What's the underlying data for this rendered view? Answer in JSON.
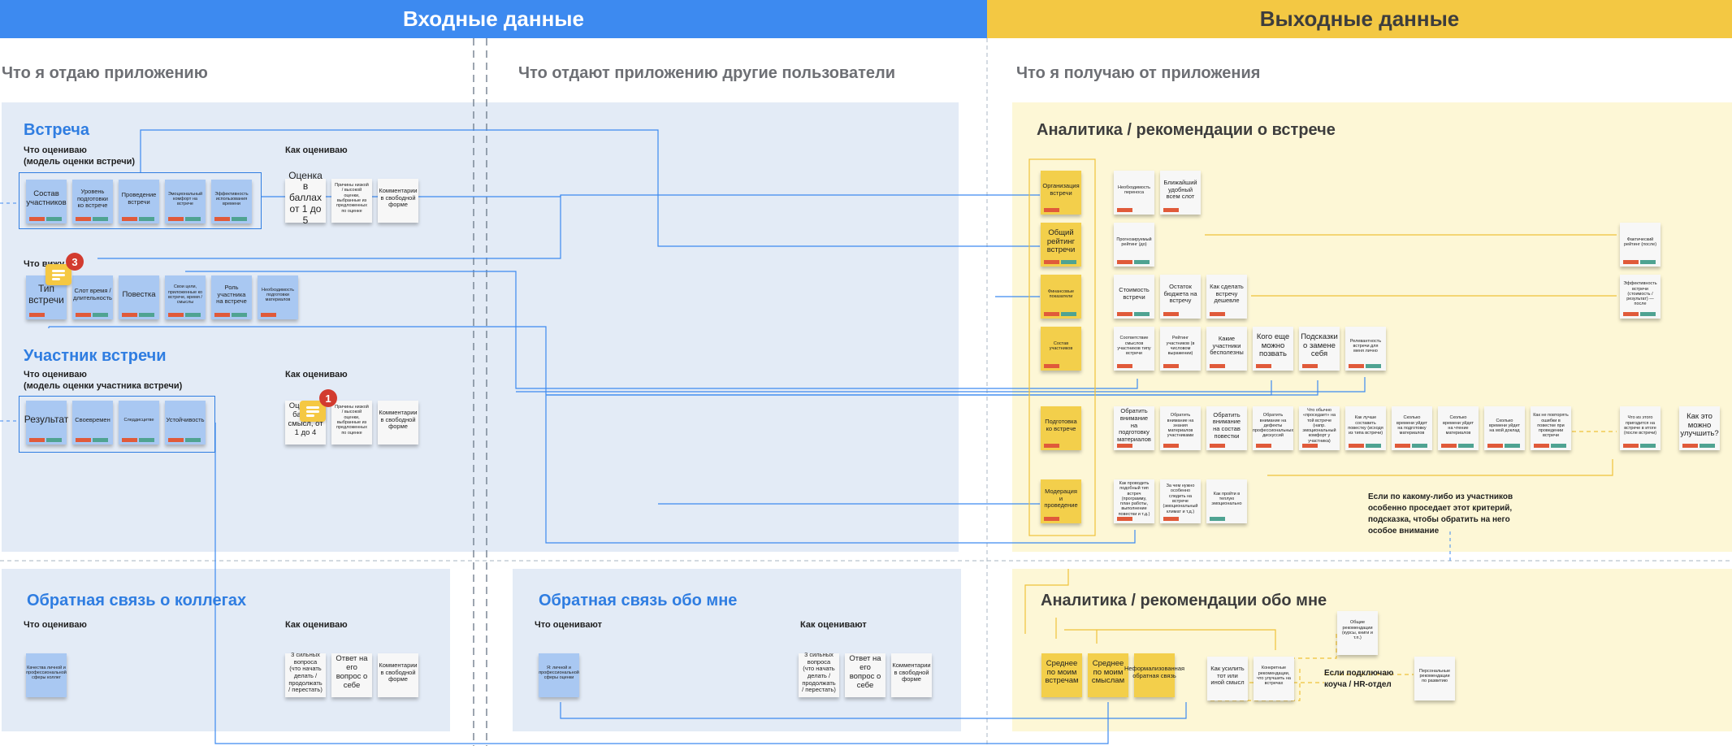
{
  "header": {
    "input_title": "Входные данные",
    "output_title": "Выходные данные"
  },
  "columns": {
    "col1": "Что я отдаю приложению",
    "col2": "Что отдают приложению другие пользователи",
    "col3": "Что я получаю от приложения"
  },
  "meeting": {
    "title": "Встреча",
    "what_label": "Что оцениваю\n(модель оценки встречи)",
    "how_label": "Как оцениваю",
    "what_notes": [
      "Состав участников",
      "Уровень подготовки ко встрече",
      "Проведение встречи",
      "Эмоциональный комфорт на встрече",
      "Эффективность использования времени"
    ],
    "how_notes": [
      "Оценка в баллах от 1 до 5",
      "Причины низкой / высокой оценки, выбранные из предложенных по оценке",
      "Комментарии в свободной форме"
    ],
    "what_see_label": "Что вижу",
    "see_notes": [
      "Тип встречи",
      "Слот время / длительность",
      "Повестка",
      "Свои цели, приложенные ко встрече, время / смыслы",
      "Роль участника на встрече",
      "Необходимость подготовки материалов"
    ],
    "badge_count": "3"
  },
  "participant": {
    "title": "Участник встречи",
    "what_label": "Что оцениваю\n(модель оценки участника встречи)",
    "how_label": "Как оцениваю",
    "what_notes": [
      "Результат",
      "Своевремен",
      "Следдисцитве",
      "Устойчивость"
    ],
    "how_notes": [
      "Оценка в баллах смысл, от 1 до 4",
      "Причины низкой / высокой оценки, выбранные из предложенных по оценке",
      "Комментарии в свободной форме"
    ],
    "badge_count": "1"
  },
  "colleagues": {
    "title": "Обратная связь о коллегах",
    "what_label": "Что оцениваю",
    "how_label": "Как оцениваю",
    "what_notes": [
      "Качества личной и профессиональной сферы коллег"
    ],
    "how_notes": [
      "3 сильных вопроса (что начать делать / продолжать / перестать)",
      "Ответ на его вопрос о себе",
      "Комментарии в свободной форме"
    ]
  },
  "about_me": {
    "title": "Обратная связь обо мне",
    "what_label": "Что оценивают",
    "how_label": "Как оценивают",
    "what_notes": [
      "Я: личной и профессиональной сферы оценки"
    ],
    "how_notes": [
      "3 сильных вопроса (что начать делать / продолжать / перестать)",
      "Ответ на его вопрос о себе",
      "Комментарии в свободной форме"
    ]
  },
  "analytics_meeting": {
    "title": "Аналитика / рекомендации о встрече",
    "rows": [
      {
        "head": "Организация встречи",
        "notes": [
          "Необходимость переноса",
          "Ближайший удобный всем слот"
        ]
      },
      {
        "head": "Общий рейтинг встречи",
        "notes": [
          "Прогнозируемый рейтинг (до)"
        ],
        "far": [
          "Фактический рейтинг (после)"
        ]
      },
      {
        "head": "Финансовые показатели",
        "notes": [
          "Стоимость встречи",
          "Остаток бюджета на встречу",
          "Как сделать встречу дешевле"
        ],
        "far": [
          "Эффективность встречи (стоимость / результат) — после"
        ]
      },
      {
        "head": "Состав участников",
        "notes": [
          "Соответствие смыслов участников типу встречи",
          "Рейтинг участников (в числовом выражении)",
          "Какие участники бесполезны",
          "Кого еще можно позвать",
          "Подсказки о замене себя",
          "Релевантность встречи для меня лично"
        ]
      },
      {
        "head": "Подготовка ко встрече",
        "notes": [
          "Обратить внимание на подготовку материалов",
          "Обратить внимание на знания материалов участниками",
          "Обратить внимание на состав повестки",
          "Обратить внимание на дефекты профессиональных дискуссий",
          "Что обычно «проседает» на той встрече (напр. эмоциональный комфорт у участника)",
          "Как лучше составить повестку (исходя из типа встречи)",
          "Сколько времени уйдет на подготовку материалов",
          "Сколько времени уйдет на чтение материалов",
          "Сколько времени уйдет на мой доклад",
          "Как не повторять ошибки в повестке при проведении встречи"
        ],
        "far": [
          "Что из этого пригодится на встрече в итоге (после встречи)",
          "Как это можно улучшить?"
        ]
      },
      {
        "head": "Модерация и проведение",
        "notes": [
          "Как проводить подобный тип встреч (программу, план работы, выполнение повестки и т.д.)",
          "За чем нужно особенно следить на встрече (эмоциональный климат и т.д.)",
          "Как пройти в теплую эмоционально"
        ]
      }
    ],
    "annotation": "Если по какому-либо из участников особенно проседает этот критерий, подсказка, чтобы обратить на него особое внимание"
  },
  "analytics_me": {
    "title": "Аналитика / рекомендации обо мне",
    "heads": [
      "Среднее по моим встречам",
      "Среднее по моим смыслам",
      "Неформализованная обратная связь"
    ],
    "notes": [
      "Как усилить тот или иной смысл",
      "Конкретные рекомендации, что улучшить на встречах"
    ],
    "top_note": "Общие рекомендации (курсы, книги и т.п.)",
    "coach_label": "Если подключаю коуча / HR-отдел",
    "coach_note": "Персональные рекомендации по развитию"
  },
  "colors": {
    "input_blue": "#3d8af0",
    "output_yellow": "#f3c843",
    "panel_blue": "#e3ebf6",
    "panel_yellow": "#fdf7d6",
    "title_blue": "#2f7de1",
    "note_blue": "#a9c8f2",
    "note_yellow": "#f3cf4b",
    "tag_red": "#e05a3a",
    "tag_green": "#4fa392"
  }
}
